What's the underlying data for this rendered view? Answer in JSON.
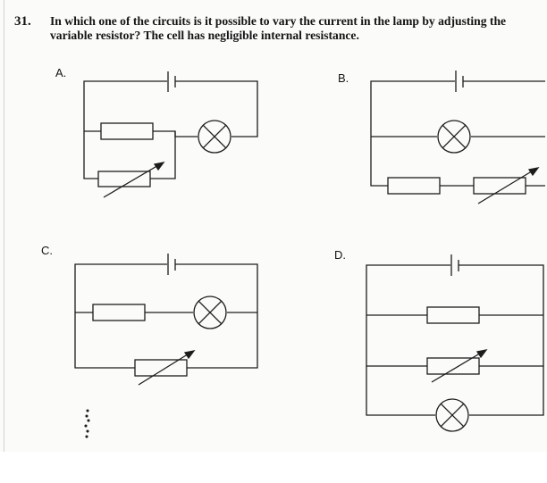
{
  "question": {
    "number": "31.",
    "line1": "In which one of the circuits is it possible to vary the current in the lamp by adjusting the",
    "line2": "variable resistor? The cell has negligible internal resistance."
  },
  "options": [
    {
      "letter": "A."
    },
    {
      "letter": "B."
    },
    {
      "letter": "C."
    },
    {
      "letter": "D."
    }
  ],
  "icons": [
    "cell-icon",
    "lamp-icon",
    "resistor-icon",
    "variable-resistor-icon"
  ]
}
